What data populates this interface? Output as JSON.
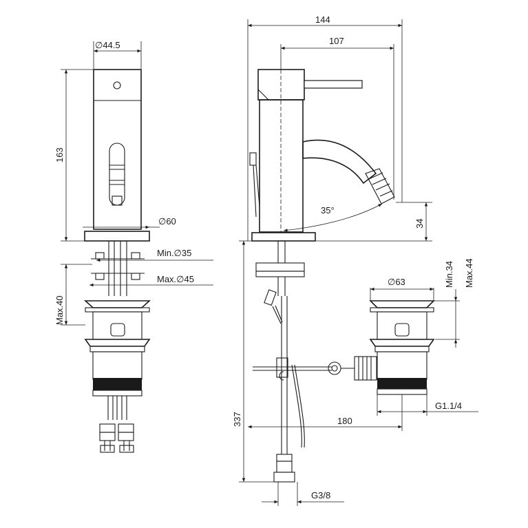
{
  "dimensions": {
    "top_body_diameter": "∅44.5",
    "body_height": "163",
    "base_diameter": "∅60",
    "hole_min": "Min.∅35",
    "hole_max": "Max.∅45",
    "deck_max_thickness": "Max.40",
    "overall_depth": "144",
    "lever_reach": "107",
    "spout_angle": "35°",
    "spout_height": "34",
    "waste_min": "Min.34",
    "waste_max": "Max.44",
    "waste_diameter": "∅63",
    "waste_thread": "G1.1/4",
    "drain_offset": "180",
    "supply_length": "337",
    "supply_thread": "G3/8"
  }
}
